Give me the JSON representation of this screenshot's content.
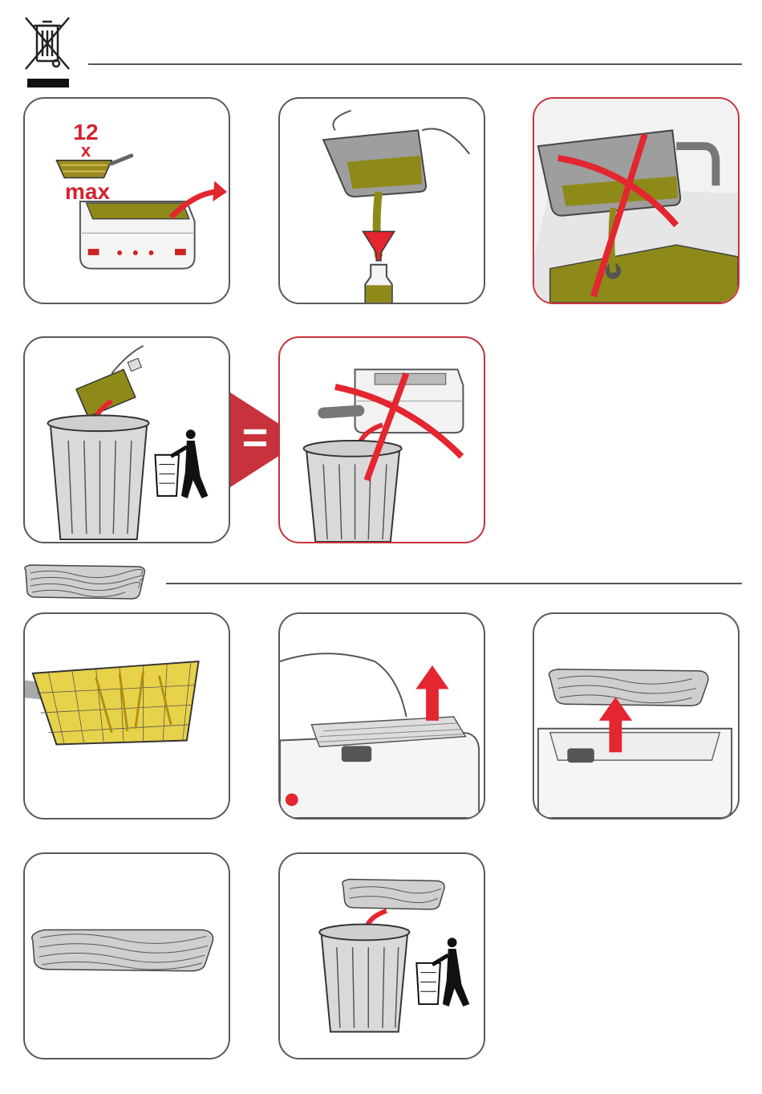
{
  "colors": {
    "accent_red": "#e3262f",
    "warning_border": "#c8323c",
    "oil": "#8d8a1a",
    "frame": "#5a5a5a",
    "bin_gray": "#d9d9d9"
  },
  "section1": {
    "header_icon": "crossed-out-wheelie-bin-icon",
    "step1": {
      "qty": "12",
      "times": "x",
      "limit": "max"
    },
    "equals": "="
  },
  "section2": {
    "header_icon": "metal-filter-icon"
  }
}
